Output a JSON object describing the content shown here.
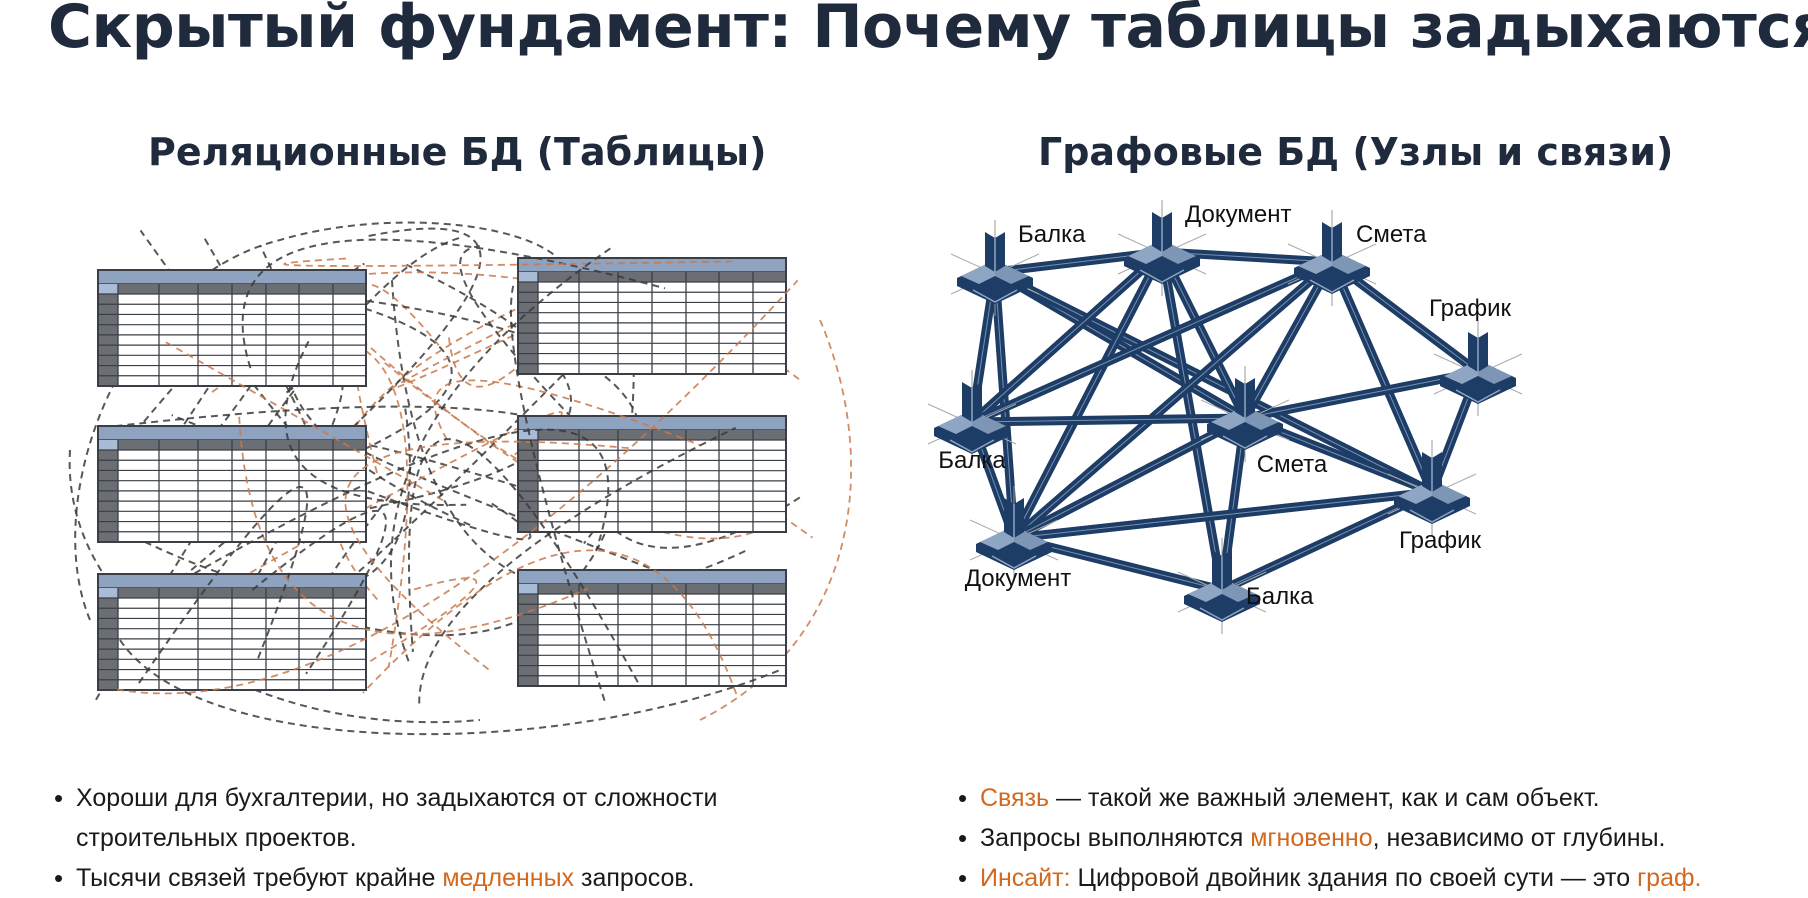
{
  "title": "Скрытый фундамент: Почему таблицы задыхаются",
  "left_panel": {
    "heading": "Реляционные БД (Таблицы)",
    "tables_count": 6,
    "bullets": [
      [
        {
          "text": "Хороши для бухгалтерии, но задыхаются от сложности строительных проектов.",
          "highlight": false
        }
      ],
      [
        {
          "text": "Тысячи связей требуют крайне ",
          "highlight": false
        },
        {
          "text": "медленных",
          "highlight": true
        },
        {
          "text": " запросов.",
          "highlight": false
        }
      ]
    ]
  },
  "right_panel": {
    "heading": "Графовые БД (Узлы и связи)",
    "nodes": [
      {
        "id": "n1",
        "label": "Балка"
      },
      {
        "id": "n2",
        "label": "Документ"
      },
      {
        "id": "n3",
        "label": "Смета"
      },
      {
        "id": "n4",
        "label": "График"
      },
      {
        "id": "n5",
        "label": "Балка"
      },
      {
        "id": "n6",
        "label": "Смета"
      },
      {
        "id": "n7",
        "label": "Документ"
      },
      {
        "id": "n8",
        "label": "График"
      },
      {
        "id": "n9",
        "label": "Балка"
      }
    ],
    "edges": [
      [
        "n1",
        "n2"
      ],
      [
        "n2",
        "n3"
      ],
      [
        "n3",
        "n4"
      ],
      [
        "n1",
        "n5"
      ],
      [
        "n1",
        "n7"
      ],
      [
        "n1",
        "n6"
      ],
      [
        "n1",
        "n8"
      ],
      [
        "n2",
        "n5"
      ],
      [
        "n2",
        "n7"
      ],
      [
        "n2",
        "n6"
      ],
      [
        "n2",
        "n9"
      ],
      [
        "n3",
        "n5"
      ],
      [
        "n3",
        "n7"
      ],
      [
        "n3",
        "n6"
      ],
      [
        "n3",
        "n8"
      ],
      [
        "n4",
        "n6"
      ],
      [
        "n4",
        "n8"
      ],
      [
        "n5",
        "n7"
      ],
      [
        "n5",
        "n6"
      ],
      [
        "n6",
        "n7"
      ],
      [
        "n6",
        "n8"
      ],
      [
        "n6",
        "n9"
      ],
      [
        "n7",
        "n8"
      ],
      [
        "n7",
        "n9"
      ],
      [
        "n8",
        "n9"
      ]
    ],
    "bullets": [
      [
        {
          "text": "Связь",
          "highlight": true
        },
        {
          "text": " — такой же важный элемент, как и сам объект.",
          "highlight": false
        }
      ],
      [
        {
          "text": "Запросы выполняются ",
          "highlight": false
        },
        {
          "text": "мгновенно",
          "highlight": true
        },
        {
          "text": ", независимо от глубины.",
          "highlight": false
        }
      ],
      [
        {
          "text": "Инсайт:",
          "highlight": true
        },
        {
          "text": " Цифровой двойник здания по своей сути — это ",
          "highlight": false
        },
        {
          "text": "граф.",
          "highlight": true
        }
      ]
    ]
  },
  "colors": {
    "title": "#1f2a3c",
    "highlight": "#d2691e",
    "table_header": "#8ea3c0",
    "table_col_header": "#6b6e73",
    "table_row_header": "#6b6e73",
    "table_grid": "#3a3f47",
    "connector_dark": "#3a3a3a",
    "connector_orange": "#c8784a",
    "beam": "#1d3c66",
    "beam_highlight": "#8ea6c4"
  }
}
